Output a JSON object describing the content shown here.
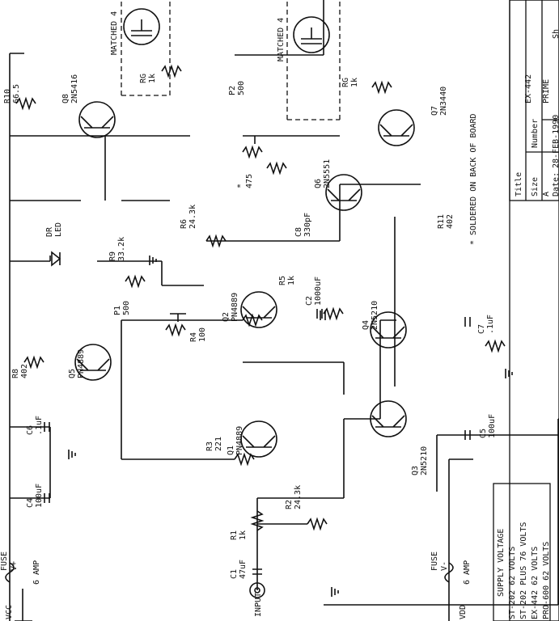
{
  "components": {
    "fuse_pos": {
      "name": "FUSE",
      "tag": "V+",
      "rating": "6 AMP"
    },
    "fuse_neg": {
      "name": "FUSE",
      "tag": "V-",
      "rating": "6 AMP"
    },
    "vcc": "VCC",
    "vdd": "VDD",
    "input": "INPUT",
    "c1": {
      "ref": "C1",
      "value": "47uF"
    },
    "r1": {
      "ref": "R1",
      "value": "1k"
    },
    "r2": {
      "ref": "R2",
      "value": "24.3k"
    },
    "q1": {
      "ref": "Q1",
      "part": "PN4889"
    },
    "r3": {
      "ref": "R3",
      "value": "221"
    },
    "c4": {
      "ref": "C4",
      "value": "100uF"
    },
    "c6": {
      "ref": "C6",
      "value": ".1uF"
    },
    "q3": {
      "ref": "Q3",
      "part": "2N5210"
    },
    "c5": {
      "ref": "C5",
      "value": "100uF"
    },
    "r8": {
      "ref": "R8",
      "value": "402"
    },
    "q5": {
      "ref": "Q5",
      "part": "PN4889"
    },
    "p1": {
      "ref": "P1",
      "value": "500"
    },
    "r4": {
      "ref": "R4",
      "value": "100"
    },
    "q2": {
      "ref": "Q2",
      "part": "PN4889"
    },
    "q4": {
      "ref": "Q4",
      "part": "2N5210"
    },
    "c7": {
      "ref": "C7",
      "value": ".1uF"
    },
    "dr": {
      "ref": "DR",
      "value": "LED"
    },
    "r9": {
      "ref": "R9",
      "value": "33.2k"
    },
    "r5": {
      "ref": "R5",
      "value": "1k"
    },
    "c2": {
      "ref": "C2",
      "value": "1000uF"
    },
    "r6": {
      "ref": "R6",
      "value": "24.3k"
    },
    "c8": {
      "ref": "C8",
      "value": "330pF"
    },
    "q6": {
      "ref": "Q6",
      "part": "2N5551"
    },
    "r10": {
      "ref": "R10",
      "value": "66.5"
    },
    "q8": {
      "ref": "Q8",
      "part": "2N5416"
    },
    "p2": {
      "ref": "P2",
      "value": "500"
    },
    "r_star": {
      "ref": "*",
      "value": "475"
    },
    "r11": {
      "ref": "R11",
      "value": "402"
    },
    "q7": {
      "ref": "Q7",
      "part": "2N3440"
    },
    "rg_left": {
      "ref": "RG",
      "value": "1k"
    },
    "rg_right": {
      "ref": "RG",
      "value": "1k"
    },
    "matched_left": "MATCHED 4",
    "matched_right": "MATCHED 4"
  },
  "note": "* SOLDERED ON BACK OF BOARD",
  "supply_voltage": {
    "heading": "SUPPLY VOLTAGE",
    "lines": [
      "ST-202 62 VOLTS",
      "ST-202 PLUS 76 VOLTS",
      "EX-442 62 VOLTS",
      "PRO-600 62 VOLTS"
    ]
  },
  "title_block": {
    "title_label": "Title",
    "title_value": "EX-442",
    "size_label": "Size",
    "size_value": "A",
    "number_label": "Number",
    "number_value": "PRIME",
    "date_label": "Date:",
    "date_value": "28-FEB-1990",
    "sheet_label": "Sh"
  }
}
